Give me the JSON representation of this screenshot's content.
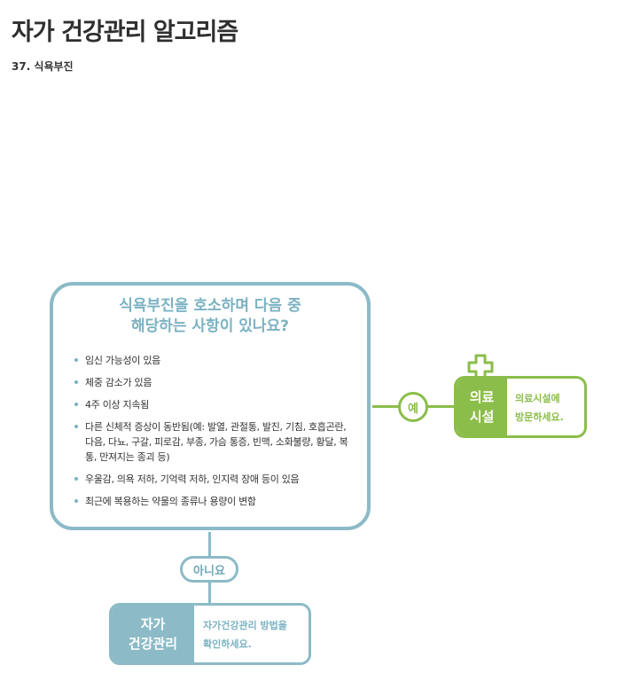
{
  "page": {
    "title": "자가 건강관리 알고리즘",
    "section": "37. 식욕부진"
  },
  "question": {
    "title": "식욕부진을 호소하며 다음 중\n해당하는 사항이 있나요?",
    "items": [
      "임신 가능성이 있음",
      "체중 감소가 있음",
      "4주 이상 지속됨",
      "다른 신체적 증상이 동반됨(예: 발열, 관절통, 발진, 기침, 호흡곤란, 다음, 다뇨, 구갈, 피로감, 부종, 가슴 통증, 빈맥, 소화불량, 황달, 복통, 만져지는 종괴 등)",
      "우울감, 의욕 저하, 기억력 저하, 인지력 장애 등이 있음",
      "최근에 복용하는 약물의 종류나 용량이 변함"
    ]
  },
  "branches": {
    "yes_label": "예",
    "no_label": "아니요"
  },
  "results": {
    "medical": {
      "label": "의료\n시설",
      "description": "의료시설에\n방문하세요."
    },
    "selfcare": {
      "label": "자가\n건강관리",
      "description": "자가건강관리 방법을\n확인하세요."
    }
  },
  "colors": {
    "blue_accent": "#8cbac7",
    "green_accent": "#8bbd4a"
  },
  "icons": {
    "medical": "cross-icon"
  }
}
